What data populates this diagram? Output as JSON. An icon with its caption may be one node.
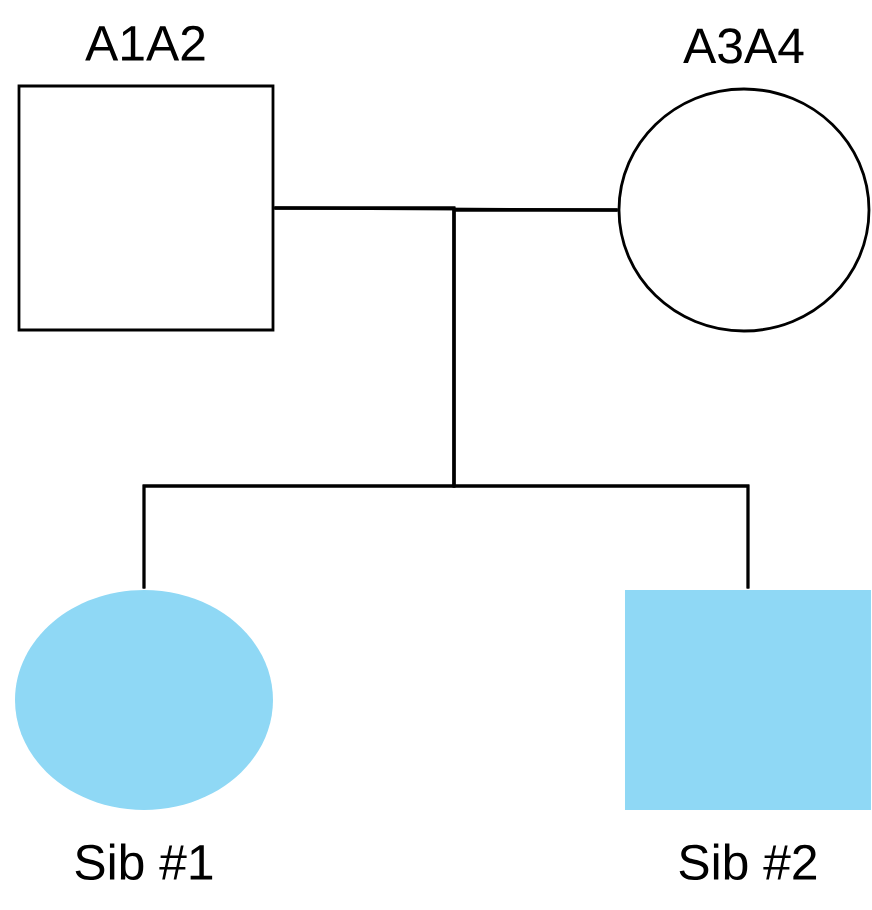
{
  "diagram": {
    "nodes": [
      {
        "text": [
          "A1A2"
        ]
      },
      {
        "text": [
          "A3A4"
        ]
      },
      {
        "text": [
          "Sib #1"
        ]
      },
      {
        "text": [
          "Sib #2"
        ]
      }
    ],
    "edges": [
      {
        "from": 0,
        "to": 1,
        "arrow": "none"
      },
      {
        "from": 0,
        "to": 2,
        "arrow": "none"
      },
      {
        "from": 0,
        "to": 3,
        "arrow": "none"
      },
      {
        "from": 1,
        "to": 2,
        "arrow": "none"
      },
      {
        "from": 1,
        "to": 3,
        "arrow": "none"
      }
    ]
  }
}
